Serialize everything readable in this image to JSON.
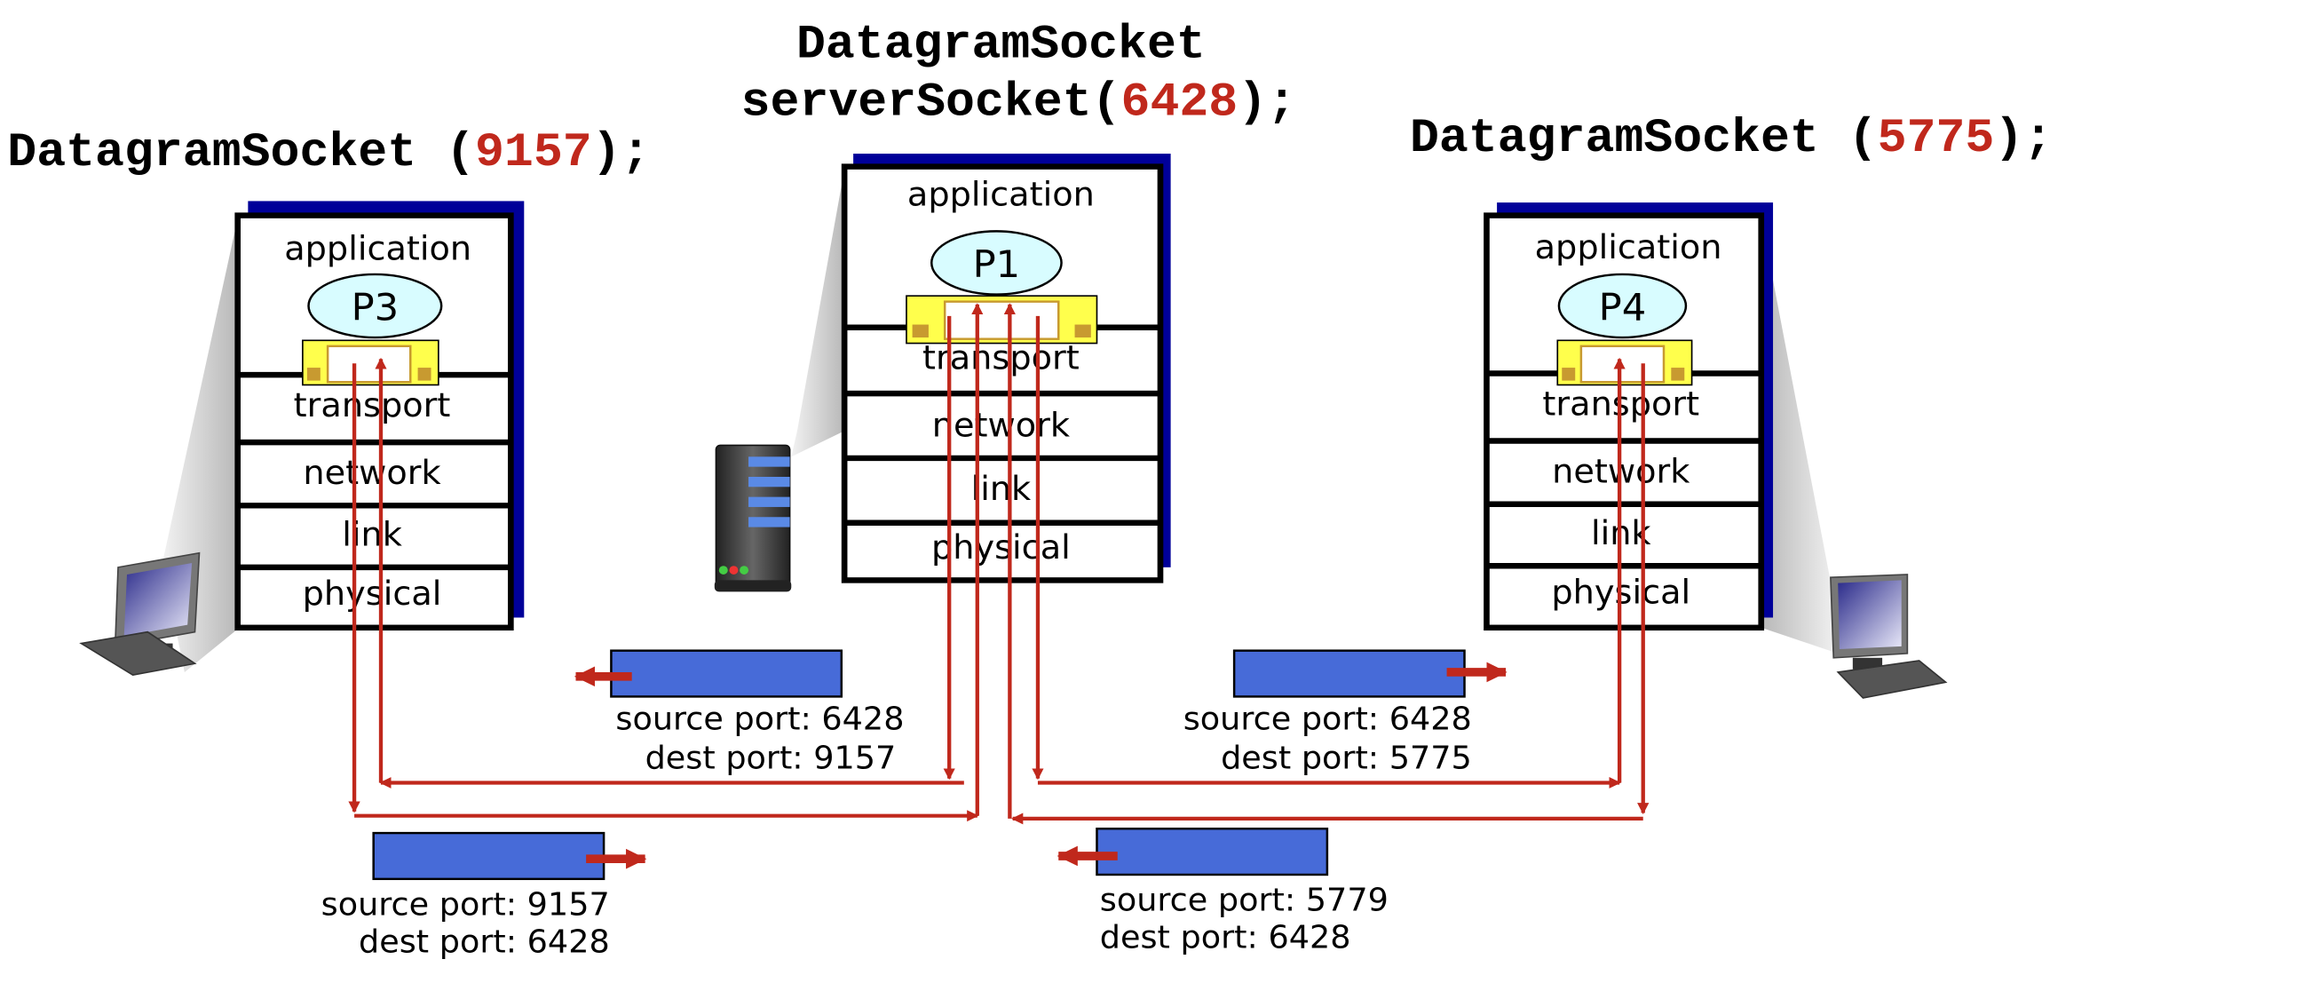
{
  "titles": {
    "server_line1": "DatagramSocket",
    "server_line2_prefix": "serverSocket(",
    "server_port": "6428",
    "server_line2_suffix": ");",
    "client_left_prefix": "DatagramSocket (",
    "client_left_port": "9157",
    "client_left_suffix": ");",
    "client_right_prefix": "DatagramSocket (",
    "client_right_port": "5775",
    "client_right_suffix": ");"
  },
  "stacks": {
    "layers": [
      "application",
      "transport",
      "network",
      "link",
      "physical"
    ],
    "left_process": "P3",
    "center_process": "P1",
    "right_process": "P4"
  },
  "packets": [
    {
      "source": "source port: 6428",
      "dest": "dest port: 9157",
      "direction": "left"
    },
    {
      "source": "source port: 6428",
      "dest": "dest port: 5775",
      "direction": "right"
    },
    {
      "source": "source port: 9157",
      "dest": "dest port: 6428",
      "direction": "right"
    },
    {
      "source": "source port: 5779",
      "dest": "dest port: 6428",
      "direction": "left"
    }
  ],
  "icons": [
    "desktop-computer-icon",
    "server-icon",
    "desktop-computer-icon"
  ],
  "colors": {
    "port_highlight": "#c0281c",
    "packet": "#476bd8",
    "stack_shadow": "#000099",
    "process": "#d8fcff",
    "socket": "#ffff4c",
    "arrow": "#c0281c"
  }
}
